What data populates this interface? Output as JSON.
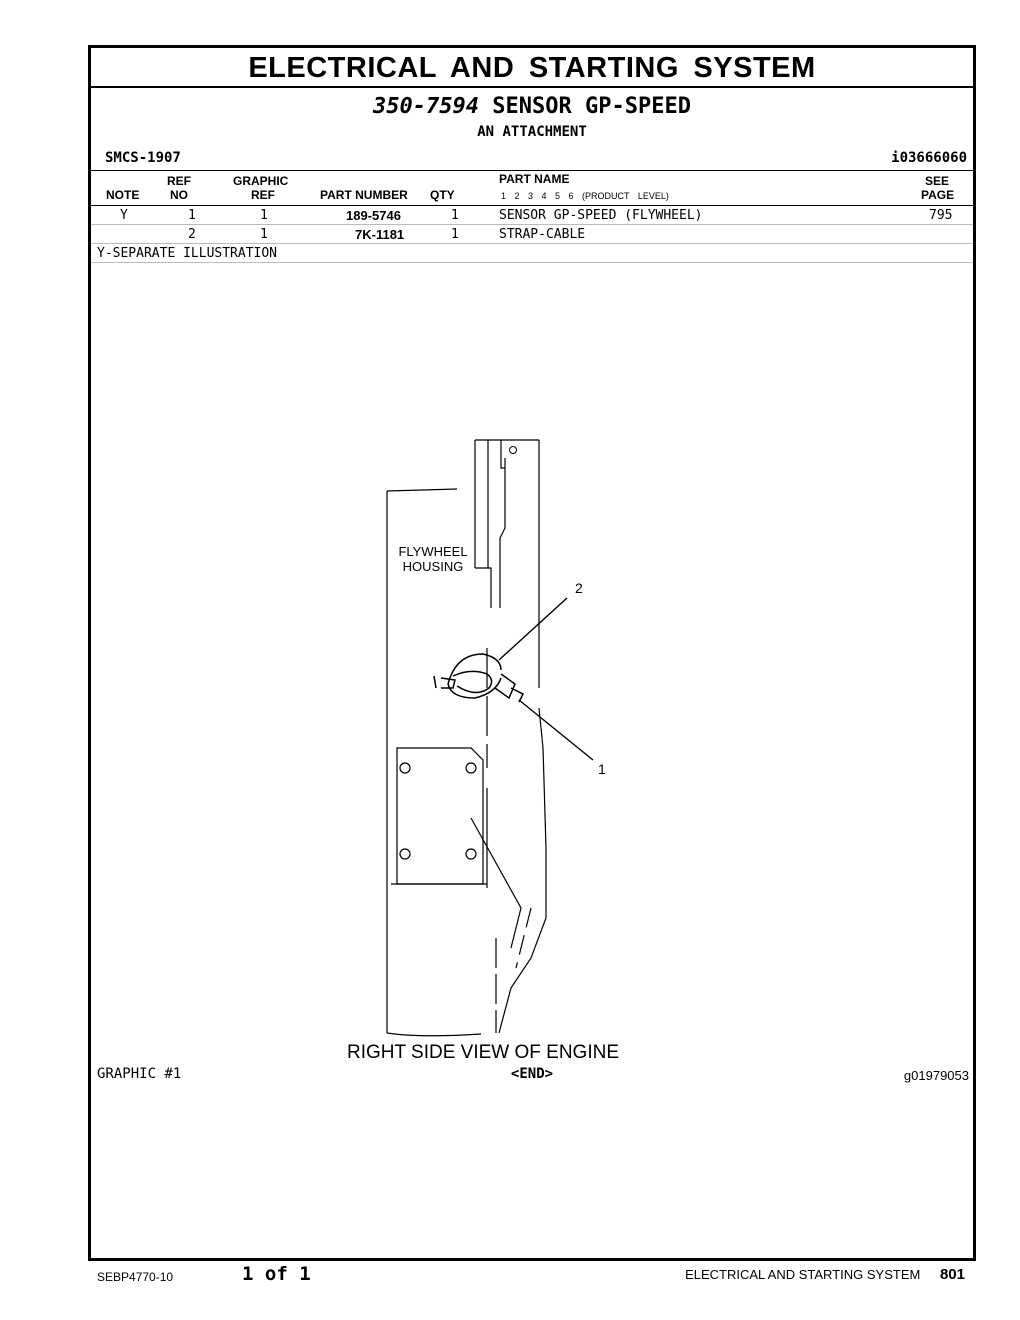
{
  "section_title": "ELECTRICAL AND STARTING SYSTEM",
  "group": {
    "number": "350-7594",
    "name": "SENSOR GP-SPEED",
    "subtitle": "AN ATTACHMENT",
    "smcs": "SMCS-1907",
    "illustration_id": "i03666060"
  },
  "columns": {
    "note": "NOTE",
    "ref_top": "REF",
    "ref_bottom": "NO",
    "graphic_top": "GRAPHIC",
    "graphic_bottom": "REF",
    "part_number": "PART NUMBER",
    "qty": "QTY",
    "part_name": "PART NAME",
    "levels": "1 2 3 4 5 6 (PRODUCT LEVEL)",
    "see_top": "SEE",
    "see_bottom": "PAGE"
  },
  "parts": [
    {
      "note": "Y",
      "ref_no": "1",
      "graphic_ref": "1",
      "part_number": "189-5746",
      "qty": "1",
      "part_name": "SENSOR GP-SPEED (FLYWHEEL)",
      "see_page": "795"
    },
    {
      "note": "",
      "ref_no": "2",
      "graphic_ref": "1",
      "part_number": "7K-1181",
      "qty": "1",
      "part_name": "STRAP-CABLE",
      "see_page": ""
    }
  ],
  "note_text": "Y-SEPARATE ILLUSTRATION",
  "graphic": {
    "housing_label_1": "FLYWHEEL",
    "housing_label_2": "HOUSING",
    "callout_1": "1",
    "callout_2": "2",
    "caption": "RIGHT SIDE VIEW OF ENGINE",
    "label": "GRAPHIC #1",
    "end_mark": "<END>",
    "graphic_id": "g01979053"
  },
  "footer": {
    "doc_id": "SEBP4770-10",
    "page_of": "1 of 1",
    "section": "ELECTRICAL AND STARTING SYSTEM",
    "page_number": "801"
  }
}
